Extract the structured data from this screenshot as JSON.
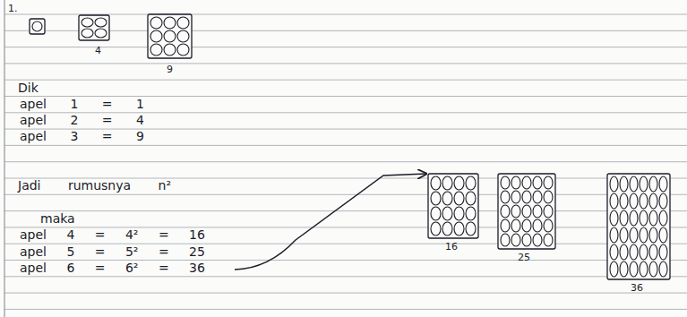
{
  "diagram": {
    "labels": [
      "1.",
      "4",
      "9",
      "Dik",
      "apel 1 = 1",
      "apel 2 = 4",
      "apel 3 = 9",
      "Jadi rumusnya n²",
      "maka",
      "apel 4 = 4² = 16",
      "apel 5 = 5² = 25",
      "apel 6 = 6² = 36",
      "16",
      "25",
      "36"
    ]
  }
}
